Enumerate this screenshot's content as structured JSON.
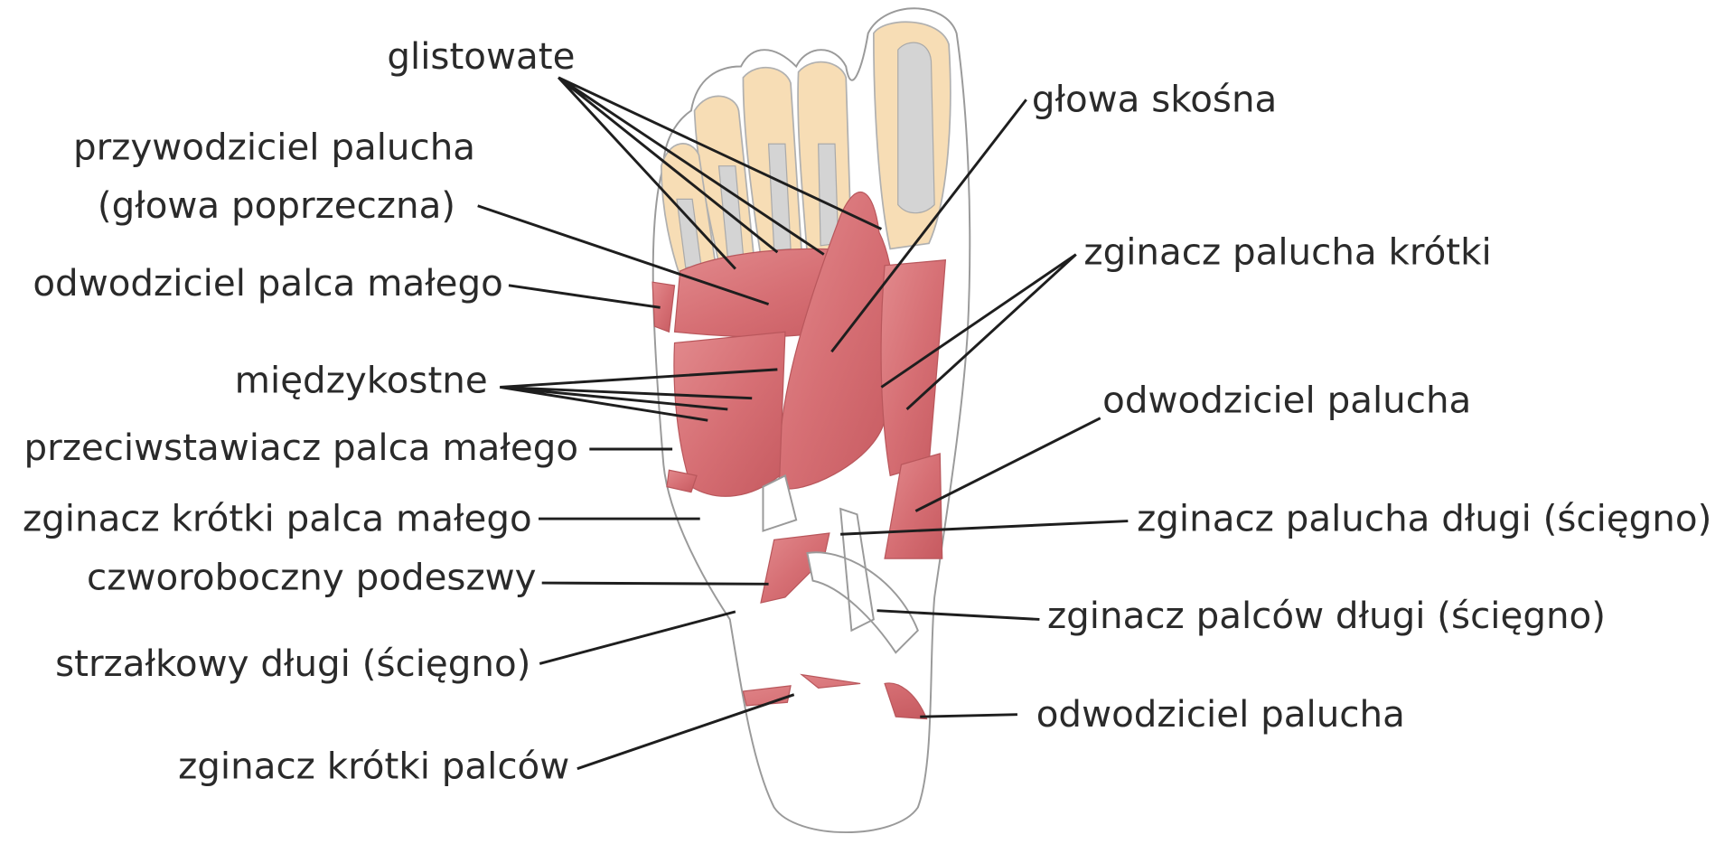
{
  "labels": {
    "glistowate": "glistowate",
    "glowa_skosna": "głowa skośna",
    "przywodziciel_1": "przywodziciel palucha",
    "przywodziciel_2": "(głowa poprzeczna)",
    "odwodziciel_palca_malego": "odwodziciel palca małego",
    "zginacz_palucha_krotki": "zginacz palucha krótki",
    "miedzykostne": "międzykostne",
    "odwodziciel_palucha_top": "odwodziciel palucha",
    "przeciwstawiacz": "przeciwstawiacz palca małego",
    "zginacz_krotki_palca_malego": "zginacz krótki palca małego",
    "zginacz_palucha_dlugi": "zginacz palucha długi (ścięgno)",
    "czworoboczny": "czworoboczny podeszwy",
    "zginacz_palcow_dlugi": "zginacz palców długi (ścięgno)",
    "strzalkowy": "strzałkowy długi (ścięgno)",
    "odwodziciel_palucha_bottom": "odwodziciel palucha",
    "zginacz_krotki_palcow": "zginacz krótki palców"
  },
  "colors": {
    "muscle": "#d9777b",
    "muscle_dark": "#c65a60",
    "nail": "#f7ddb5",
    "line": "#1e1e1e"
  }
}
